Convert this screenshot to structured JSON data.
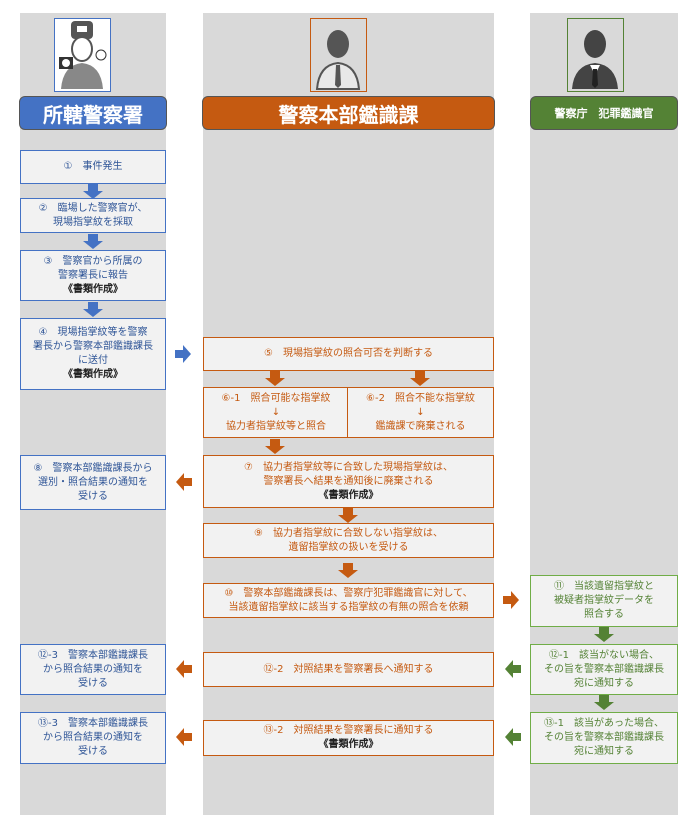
{
  "lanes": [
    {
      "title": "所轄警察署",
      "color": "#4472c4",
      "icon": "police-officer-with-camera-icon"
    },
    {
      "title": "警察本部鑑識課",
      "color": "#c55a11",
      "icon": "person-in-suit-icon"
    },
    {
      "title": "警察庁　犯罪鑑識官",
      "color": "#548235",
      "icon": "person-in-suit-icon"
    }
  ],
  "doc_label": "《書類作成》",
  "steps": {
    "s1": [
      "①　事件発生"
    ],
    "s2": [
      "②　臨場した警察官が、",
      "現場指掌紋を採取"
    ],
    "s3": [
      "③　警察官から所属の",
      "警察署長に報告"
    ],
    "s4": [
      "④　現場指掌紋等を警察",
      "署長から警察本部鑑識課長",
      "に送付"
    ],
    "s5": [
      "⑤　現場指掌紋の照合可否を判断する"
    ],
    "s6_1": [
      "⑥-1　照合可能な指掌紋",
      "↓",
      "協力者指掌紋等と照合"
    ],
    "s6_2": [
      "⑥-2　照合不能な指掌紋",
      "↓",
      "鑑識課で廃棄される"
    ],
    "s7": [
      "⑦　協力者指掌紋等に合致した現場指掌紋は、",
      "警察署長へ結果を通知後に廃棄される"
    ],
    "s8": [
      "⑧　警察本部鑑識課長から",
      "選別・照合結果の通知を",
      "受ける"
    ],
    "s9": [
      "⑨　協力者指掌紋に合致しない指掌紋は、",
      "遺留指掌紋の扱いを受ける"
    ],
    "s10": [
      "⑩　警察本部鑑識課長は、警察庁犯罪鑑識官に対して、",
      "当該遺留指掌紋に該当する指掌紋の有無の照合を依頼"
    ],
    "s11": [
      "⑪　当該遺留指掌紋と",
      "被疑者指掌紋データを",
      "照合する"
    ],
    "s12_1": [
      "⑫-1　該当がない場合、",
      "その旨を警察本部鑑識課長",
      "宛に通知する"
    ],
    "s12_2": [
      "⑫-2　対照結果を警察署長へ通知する"
    ],
    "s12_3": [
      "⑫-3　警察本部鑑識課長",
      "から照合結果の通知を",
      "受ける"
    ],
    "s13_1": [
      "⑬-1　該当があった場合、",
      "その旨を警察本部鑑識課長",
      "宛に通知する"
    ],
    "s13_2": [
      "⑬-2　対照結果を警察署長に通知する"
    ],
    "s13_3": [
      "⑬-3　警察本部鑑識課長",
      "から照合結果の通知を",
      "受ける"
    ]
  }
}
